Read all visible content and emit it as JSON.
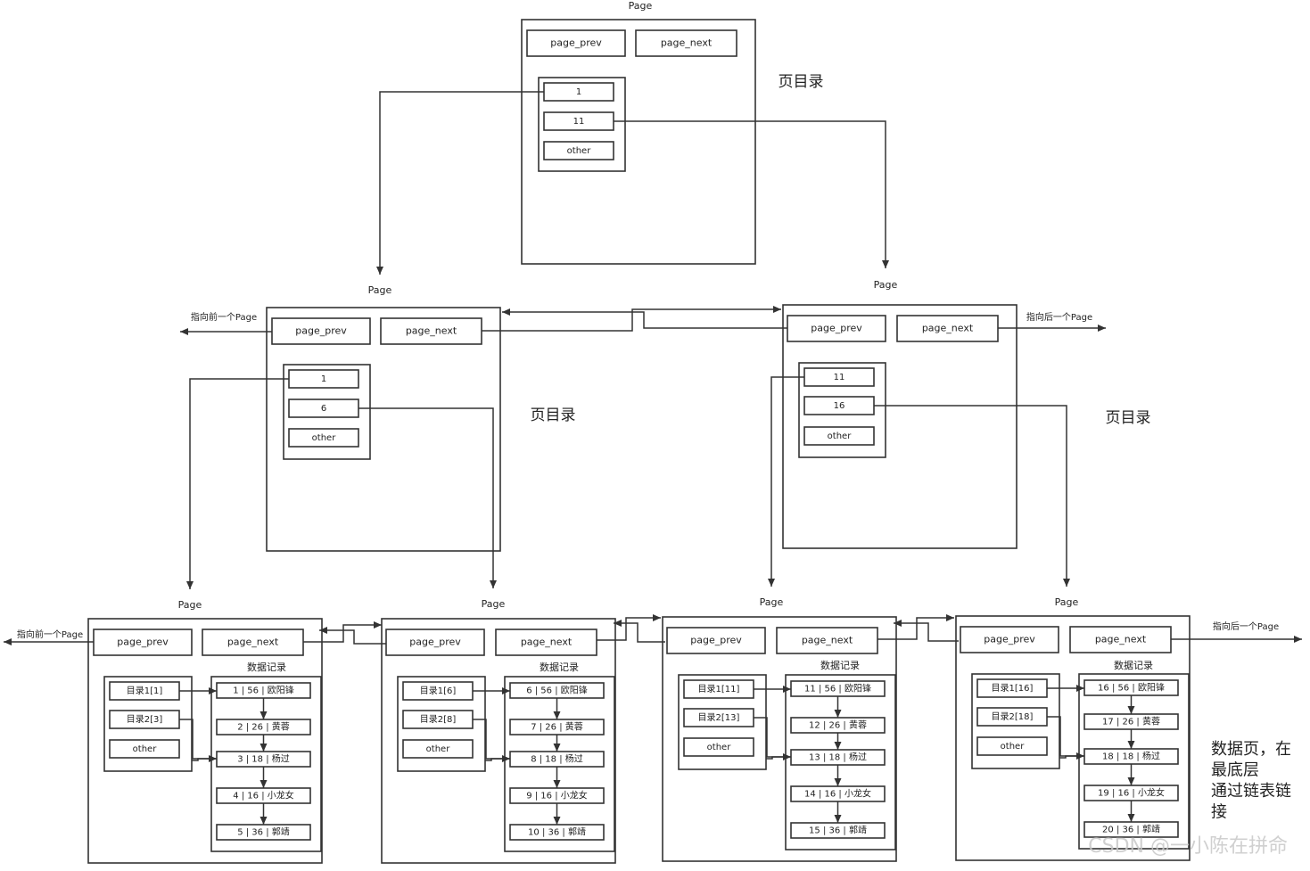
{
  "page_label": "Page",
  "page_prev": "page_prev",
  "page_next": "page_next",
  "other": "other",
  "dir_title": "页目录",
  "data_records_title": "数据记录",
  "pointer_prev": "指向前一个Page",
  "pointer_next": "指向后一个Page",
  "root_entries": [
    "1",
    "11",
    "other"
  ],
  "level1": [
    {
      "entries": [
        "1",
        "6",
        "other"
      ]
    },
    {
      "entries": [
        "11",
        "16",
        "other"
      ]
    }
  ],
  "leaves": [
    {
      "dirs": [
        "目录1[1]",
        "目录2[3]",
        "other"
      ],
      "records": [
        "1 | 56 | 欧阳锋",
        "2 | 26 | 黄蓉",
        "3 | 18 | 杨过",
        "4 | 16 | 小龙女",
        "5 | 36 | 郭靖"
      ]
    },
    {
      "dirs": [
        "目录1[6]",
        "目录2[8]",
        "other"
      ],
      "records": [
        "6 | 56 | 欧阳锋",
        "7 | 26 | 黄蓉",
        "8 | 18 | 杨过",
        "9 | 16 | 小龙女",
        "10 | 36 | 郭靖"
      ]
    },
    {
      "dirs": [
        "目录1[11]",
        "目录2[13]",
        "other"
      ],
      "records": [
        "11 | 56 | 欧阳锋",
        "12 | 26 | 黄蓉",
        "13 | 18 | 杨过",
        "14 | 16 | 小龙女",
        "15 | 36 | 郭靖"
      ]
    },
    {
      "dirs": [
        "目录1[16]",
        "目录2[18]",
        "other"
      ],
      "records": [
        "16 | 56 | 欧阳锋",
        "17 | 26 | 黄蓉",
        "18 | 18 | 杨过",
        "19 | 16 | 小龙女",
        "20 | 36 | 郭靖"
      ]
    }
  ],
  "note_lines": [
    "数据页，在",
    "最底层",
    "通过链表链",
    "接"
  ],
  "watermark": "CSDN @一小陈在拼命"
}
